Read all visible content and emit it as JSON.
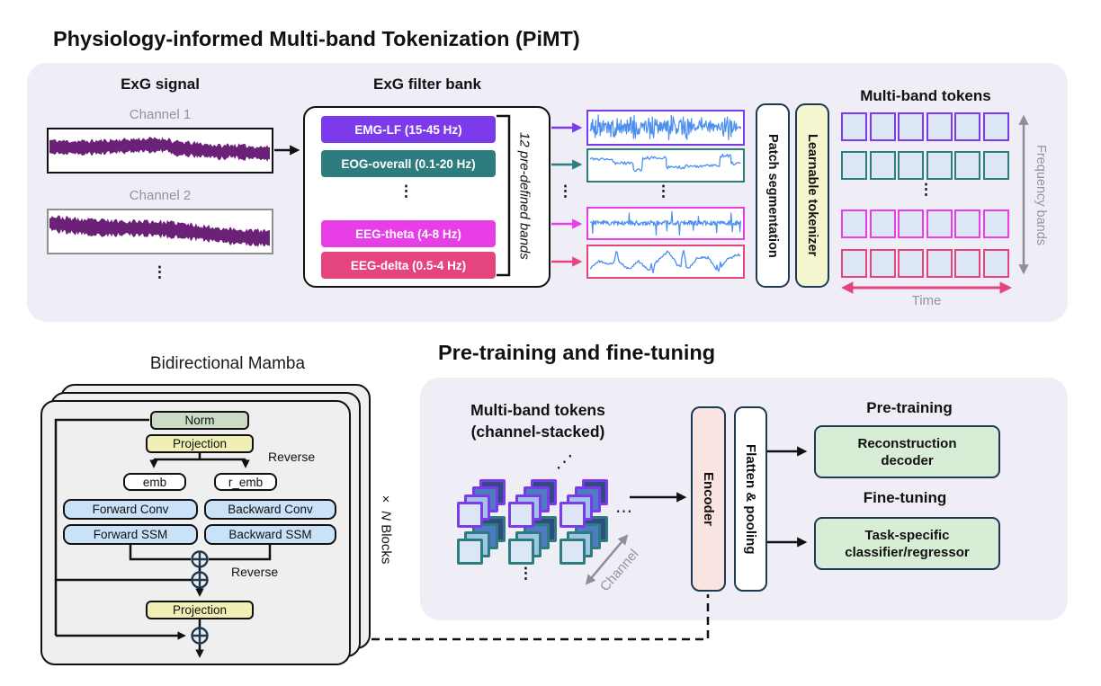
{
  "title": "Physiology-informed Multi-band Tokenization (PiMT)",
  "colors": {
    "black": "#111111",
    "gray": "#8E8E94",
    "panel_bg": "#EFEEF6",
    "wave_blue": "#4B8FF0",
    "signal_purple": "#6C2178",
    "token_fill": "#DCE6F5",
    "dark_border": "#1E3A52",
    "accent_purple": "#7B3BEB",
    "accent_teal": "#2E7D7E",
    "accent_magenta": "#E83EE8",
    "accent_pink": "#E5457F",
    "tokenizer_fill": "#F5F5CF",
    "encoder_fill": "#FAE4E2",
    "green_fill": "#D7EDD6",
    "card_fill": "#EFEFEF",
    "norm_fill": "#CBDCC6",
    "projection_fill": "#F0F0B6",
    "convssm_fill": "#C9E2F8",
    "stack_fills": [
      "#DDE6F5",
      "#A3C4E9",
      "#4E7CC2",
      "#2E4B82"
    ]
  },
  "pimt": {
    "exg_signal": {
      "heading": "ExG signal",
      "channel1": "Channel 1",
      "channel2": "Channel 2",
      "ellipsis": "⋮"
    },
    "filter_bank": {
      "heading": "ExG filter bank",
      "bands": [
        {
          "label": "EMG-LF (15-45 Hz)",
          "color": "#7B3BEB"
        },
        {
          "label": "EOG-overall (0.1-20 Hz)",
          "color": "#2E7D7E"
        },
        {
          "label": "EEG-theta (4-8 Hz)",
          "color": "#E83EE8"
        },
        {
          "label": "EEG-delta (0.5-4 Hz)",
          "color": "#E5457F"
        }
      ],
      "ellipsis": "⋮",
      "side_label": "12 pre-defined bands"
    },
    "wave_ellipsis": "⋮",
    "arrow_ellipsis": "⋮",
    "patch_segmentation": "Patch segmentation",
    "learnable_tokenizer": "Learnable tokenizer",
    "tokens": {
      "heading": "Multi-band tokens",
      "ellipsis": "⋮",
      "cells_per_row": 6,
      "freq_label": "Frequency bands",
      "time_label": "Time"
    }
  },
  "mamba": {
    "title": "Bidirectional Mamba",
    "norm": "Norm",
    "projection": "Projection",
    "reverse": "Reverse",
    "emb": "emb",
    "r_emb": "r_emb",
    "forward_conv": "Forward Conv",
    "backward_conv": "Backward Conv",
    "forward_ssm": "Forward SSM",
    "backward_ssm": "Backward SSM",
    "blocks_times": "×",
    "blocks_n": "N",
    "blocks_word": "Blocks"
  },
  "pretraining": {
    "title": "Pre-training and fine-tuning",
    "tokens_line1": "Multi-band tokens",
    "tokens_line2": "(channel-stacked)",
    "ddots": "⋰",
    "hdots": "⋯",
    "vdots": "⋮",
    "channel_label": "Channel",
    "encoder": "Encoder",
    "flatten": "Flatten & pooling",
    "pretrain_heading": "Pre-training",
    "recon_line1": "Reconstruction",
    "recon_line2": "decoder",
    "finetune_heading": "Fine-tuning",
    "task_line1": "Task-specific",
    "task_line2": "classifier/regressor"
  }
}
